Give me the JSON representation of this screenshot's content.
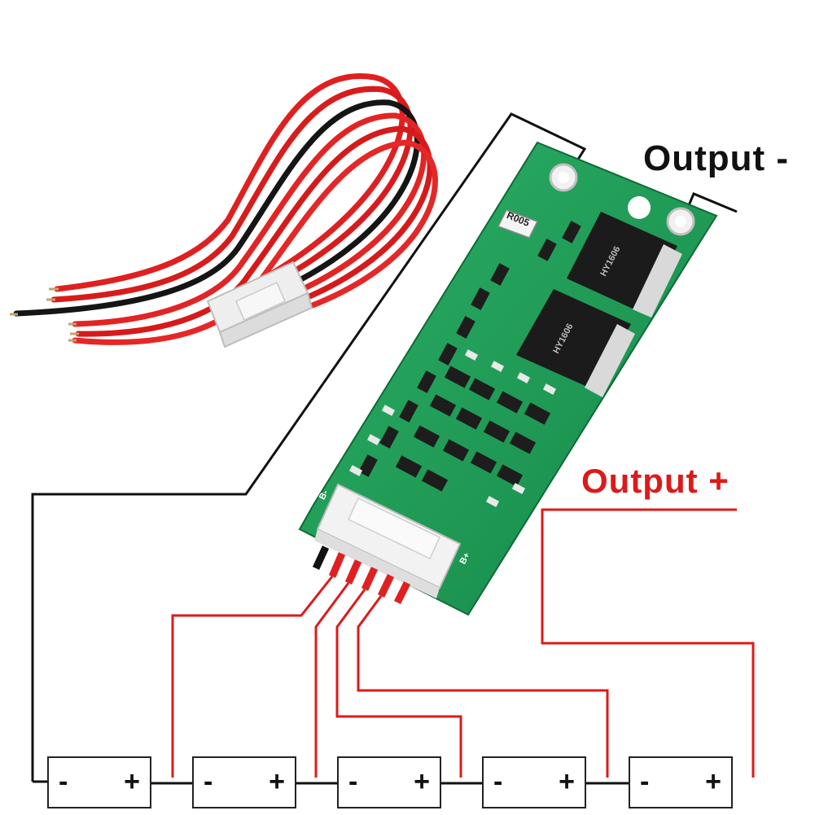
{
  "labels": {
    "output_negative": "Output -",
    "output_positive": "Output +"
  },
  "board": {
    "resistor_marking": "R005",
    "mosfet_marking": "HY1606",
    "connector_pin_left": "B-",
    "connector_pin_right": "B+"
  },
  "cells": [
    {
      "minus": "-",
      "plus": "+"
    },
    {
      "minus": "-",
      "plus": "+"
    },
    {
      "minus": "-",
      "plus": "+"
    },
    {
      "minus": "-",
      "plus": "+"
    },
    {
      "minus": "-",
      "plus": "+"
    }
  ],
  "colors": {
    "negative_wire": "#111111",
    "positive_wire": "#dd1a1a",
    "pcb": "#1f9a55",
    "connector": "#f2f2f2"
  }
}
